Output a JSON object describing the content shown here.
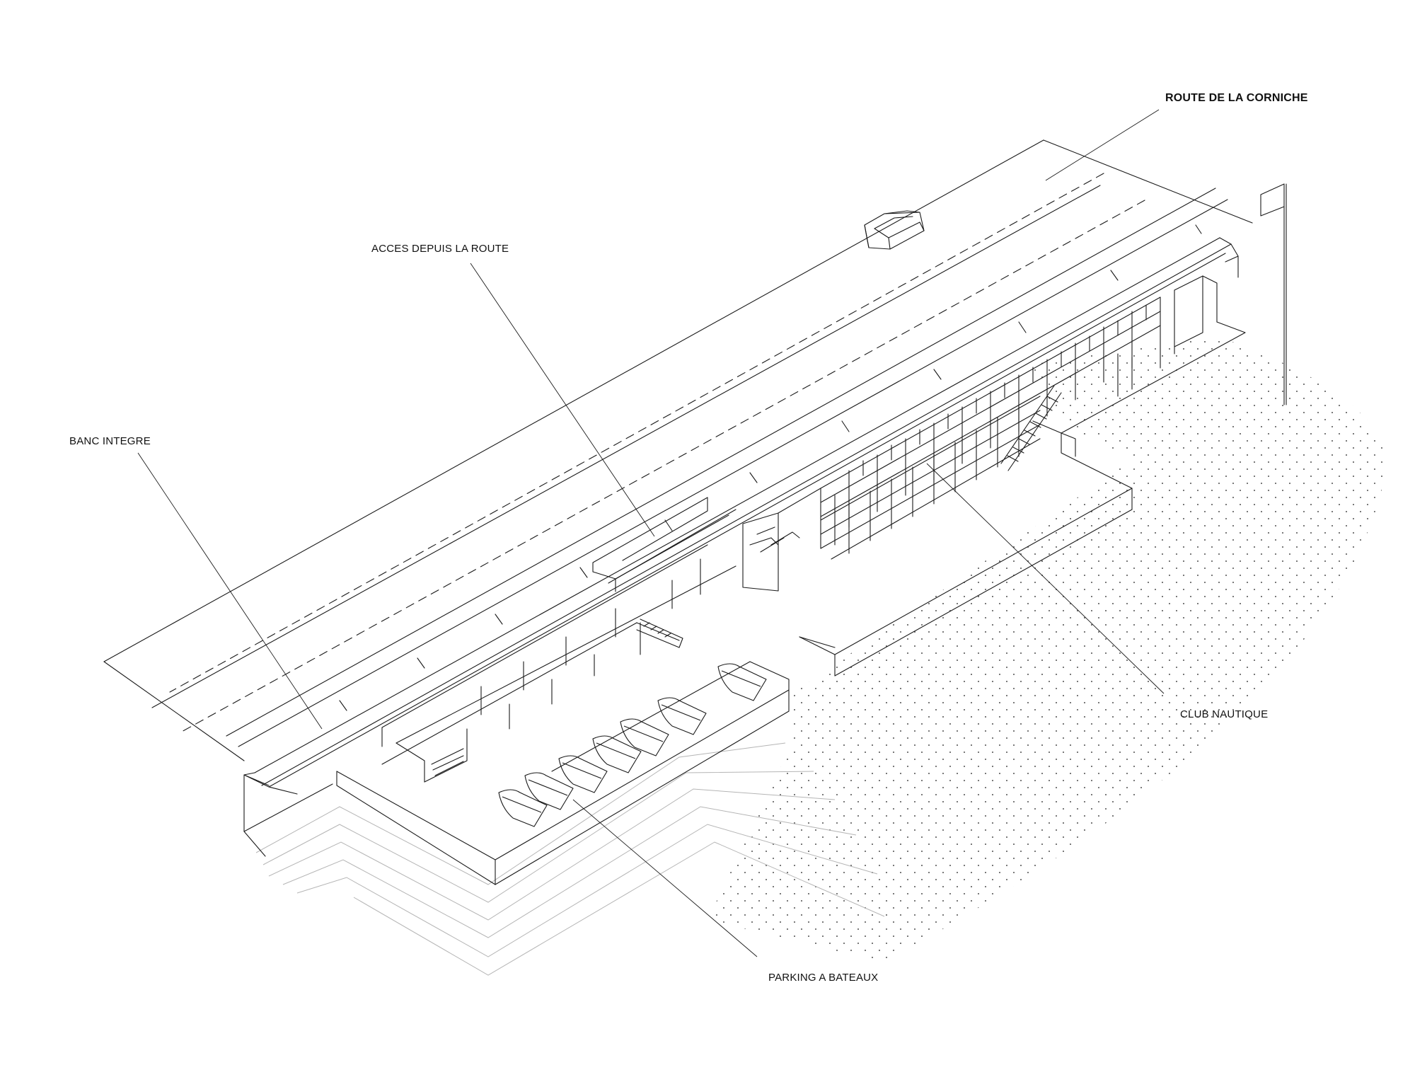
{
  "labels": {
    "route": "ROUTE DE LA CORNICHE",
    "acces": "ACCES DEPUIS LA ROUTE",
    "banc": "BANC INTEGRE",
    "club": "CLUB NAUTIQUE",
    "parking": "PARKING A BATEAUX"
  },
  "colors": {
    "line": "#1a1a1a",
    "dots": "#555555",
    "faint": "#b5b5b5"
  },
  "counts": {
    "boats_in_parking": 7,
    "flag": 1,
    "car": 1
  }
}
